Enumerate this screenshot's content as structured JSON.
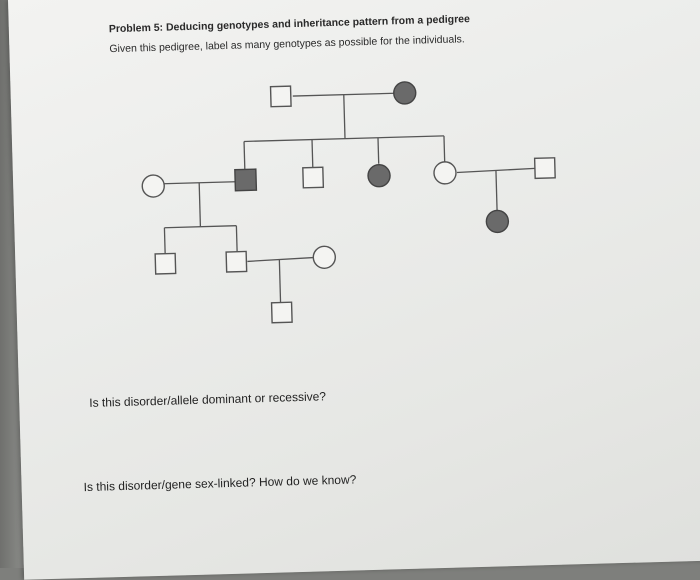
{
  "document": {
    "title": "Problem 5: Deducing genotypes and inheritance pattern from a pedigree",
    "instruction": "Given this pedigree, label as many genotypes as possible for the individuals.",
    "questions": [
      "Is this disorder/allele dominant or recessive?",
      "Is this disorder/gene sex-linked? How do we know?"
    ]
  },
  "pedigree": {
    "generation_1": [
      {
        "sex": "male",
        "affected": false
      },
      {
        "sex": "female",
        "affected": true
      }
    ],
    "generation_2": [
      {
        "sex": "female",
        "affected": false,
        "note": "married-in"
      },
      {
        "sex": "male",
        "affected": true
      },
      {
        "sex": "male",
        "affected": false
      },
      {
        "sex": "female",
        "affected": true
      },
      {
        "sex": "female",
        "affected": false
      },
      {
        "sex": "male",
        "affected": false,
        "note": "married-in"
      }
    ],
    "generation_3": [
      {
        "sex": "male",
        "affected": false
      },
      {
        "sex": "male",
        "affected": false
      },
      {
        "sex": "female",
        "affected": false,
        "note": "married-in"
      },
      {
        "sex": "female",
        "affected": true
      }
    ],
    "generation_4": [
      {
        "sex": "male",
        "affected": false
      }
    ]
  }
}
